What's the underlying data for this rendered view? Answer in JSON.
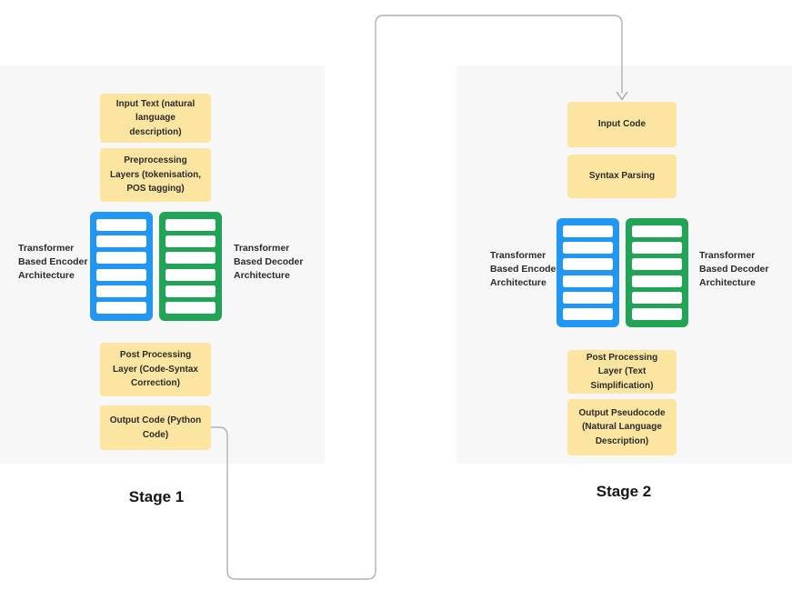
{
  "stack_rows": 6,
  "colors": {
    "panel_bg": "#f7f7f8",
    "node_yellow": "#fbe5a0",
    "encoder_blue": "#2196f3",
    "decoder_green": "#22a456",
    "connector_gray": "#b1b1b1",
    "text_dark": "#2b2b2b"
  },
  "stage1": {
    "title": "Stage 1",
    "input_box": "Input Text (natural language description)",
    "preprocessing_box": "Preprocessing Layers (tokenisation, POS tagging)",
    "encoder_label": "Transformer\nBased Encoder\nArchitecture",
    "decoder_label": "Transformer\nBased Decoder\nArchitecture",
    "postprocessing_box": "Post Processing Layer (Code-Syntax Correction)",
    "output_box": "Output Code (Python Code)"
  },
  "stage2": {
    "title": "Stage 2",
    "input_box": "Input Code",
    "parsing_box": "Syntax Parsing",
    "encoder_label": "Transformer\nBased Encoder\nArchitecture",
    "decoder_label": "Transformer\nBased Decoder\nArchitecture",
    "postprocessing_box": "Post Processing Layer (Text Simplification)",
    "output_box": "Output Pseudocode (Natural Language Description)"
  }
}
